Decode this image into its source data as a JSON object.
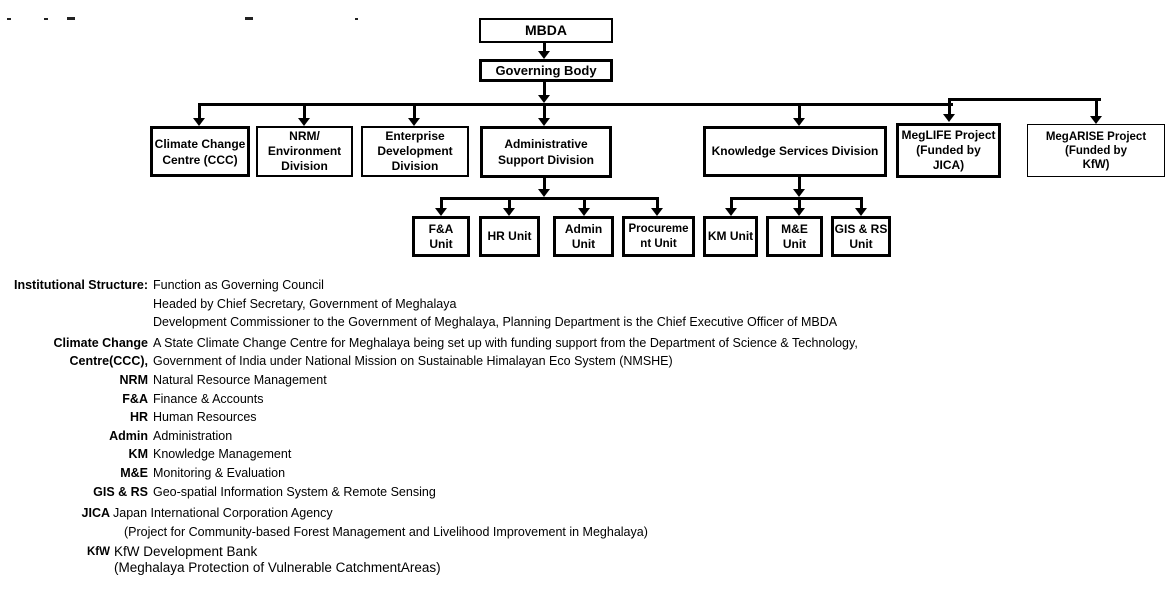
{
  "colors": {
    "background": "#ffffff",
    "line": "#000000",
    "text": "#000000"
  },
  "chart": {
    "root": {
      "label": "MBDA"
    },
    "governing_body": {
      "label": "Governing Body"
    },
    "divisions": [
      {
        "id": "ccc",
        "label": "Climate Change\nCentre (CCC)"
      },
      {
        "id": "nrm",
        "label": "NRM/\nEnvironment\nDivision"
      },
      {
        "id": "enterprise",
        "label": "Enterprise\nDevelopment\nDivision"
      },
      {
        "id": "admin-support",
        "label": "Administrative\nSupport Division"
      },
      {
        "id": "knowledge-services",
        "label": "Knowledge Services Division"
      },
      {
        "id": "meglife",
        "label": "MegLIFE Project\n(Funded by\nJICA)"
      },
      {
        "id": "megarise",
        "label": "MegARISE Project\n(Funded by\nKfW)"
      }
    ],
    "admin_support_units": [
      {
        "label": "F&A\nUnit"
      },
      {
        "label": "HR Unit"
      },
      {
        "label": "Admin\nUnit"
      },
      {
        "label": "Procureme\nnt Unit"
      }
    ],
    "knowledge_units": [
      {
        "label": "KM Unit"
      },
      {
        "label": "M&E\nUnit"
      },
      {
        "label": "GIS & RS\nUnit"
      }
    ]
  },
  "legend": {
    "rows": [
      {
        "label": "Institutional Structure:",
        "text": "Function as Governing Council"
      },
      {
        "label": "",
        "text": "Headed by Chief Secretary, Government of Meghalaya"
      },
      {
        "label": "",
        "text": "Development Commissioner to the Government of Meghalaya, Planning Department is the Chief Executive Officer of MBDA"
      },
      {
        "label": "Climate Change",
        "text": "A State Climate Change Centre for Meghalaya being set up with funding support from the Department of Science & Technology,"
      },
      {
        "label": "Centre(CCC),",
        "text": "Government of India under National Mission on Sustainable Himalayan Eco System (NMSHE)"
      },
      {
        "label": "NRM",
        "text": "Natural Resource Management"
      },
      {
        "label": "F&A",
        "text": "Finance & Accounts"
      },
      {
        "label": "HR",
        "text": "Human Resources"
      },
      {
        "label": "Admin",
        "text": "Administration"
      },
      {
        "label": "KM",
        "text": "Knowledge Management"
      },
      {
        "label": "M&E",
        "text": "Monitoring & Evaluation"
      },
      {
        "label": "GIS & RS",
        "text": "Geo-spatial Information System & Remote Sensing"
      },
      {
        "label": "JICA",
        "text": "Japan International Corporation Agency"
      },
      {
        "label": "",
        "text": "(Project for Community-based Forest Management and Livelihood Improvement in Meghalaya)"
      },
      {
        "label": "KfW",
        "text": "KfW Development Bank"
      },
      {
        "label": "",
        "text": "(Meghalaya Protection of Vulnerable CatchmentAreas)"
      }
    ]
  }
}
